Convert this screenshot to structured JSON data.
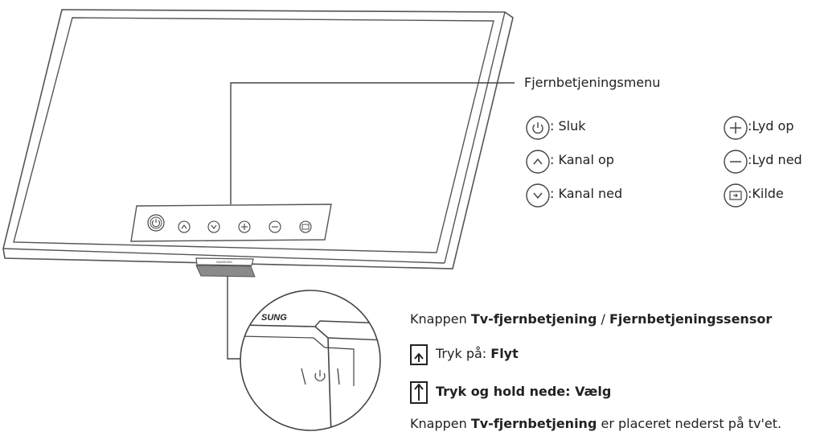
{
  "menu": {
    "title": "Fjernbetjeningsmenu",
    "items": [
      {
        "icon": "power-icon",
        "label": ": Sluk"
      },
      {
        "icon": "chevron-up-icon",
        "label": ": Kanal op"
      },
      {
        "icon": "chevron-down-icon",
        "label": ": Kanal ned"
      },
      {
        "icon": "plus-icon",
        "label": ":Lyd op"
      },
      {
        "icon": "minus-icon",
        "label": ":Lyd ned"
      },
      {
        "icon": "source-icon",
        "label": ":Kilde"
      }
    ]
  },
  "tv": {
    "logo": "SAMSUNG",
    "zoom_logo": "SUNG"
  },
  "button_info": {
    "heading_a": "Knappen ",
    "heading_b": "Tv-fjernbetjening",
    "heading_c": " / ",
    "heading_d": "Fjernbetjeningssensor",
    "tap_a": "Tryk på: ",
    "tap_b": "Flyt",
    "hold_a": "Tryk og hold nede: ",
    "hold_b": "Vælg",
    "note_a": "Knappen ",
    "note_b": "Tv-fjernbetjening",
    "note_c": " er placeret nederst på tv'et."
  }
}
